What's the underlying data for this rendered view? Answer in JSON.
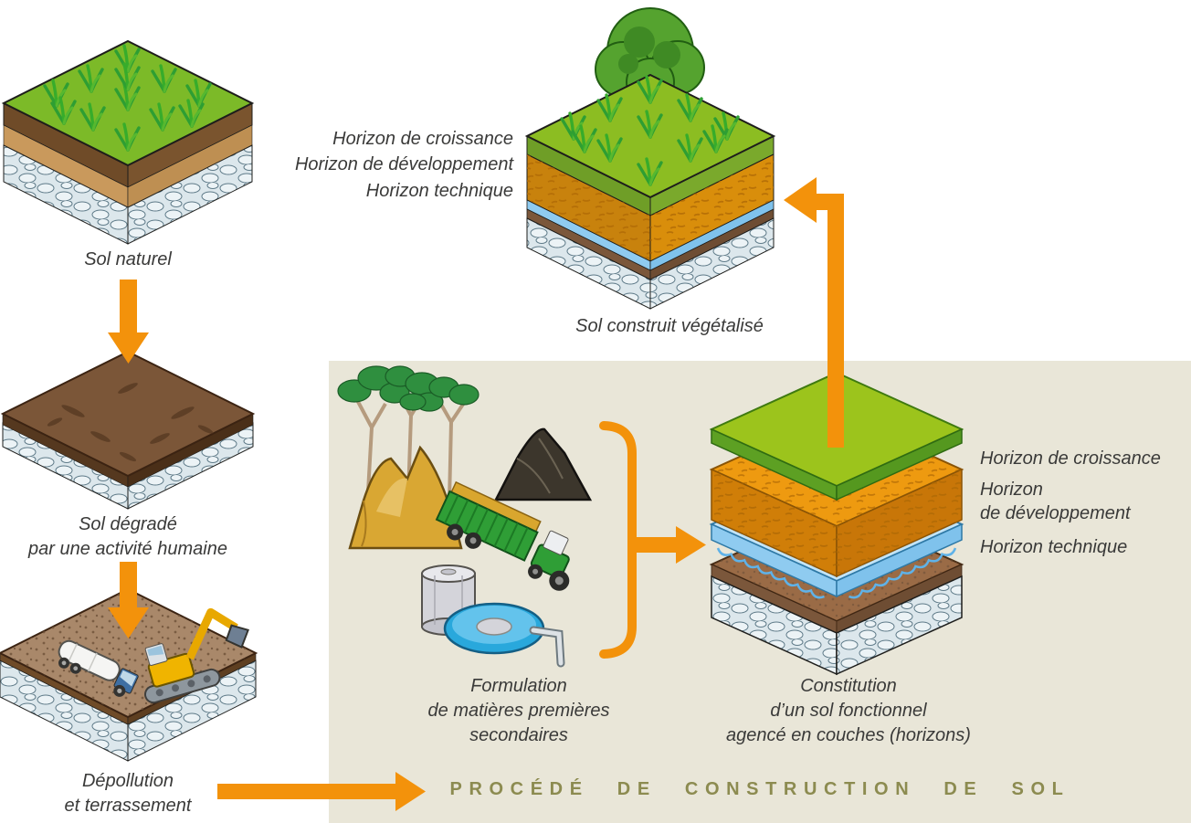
{
  "stages": {
    "natural_soil": "Sol naturel",
    "degraded_soil": "Sol dégradé\npar une activité humaine",
    "depollution": "Dépollution\net terrassement",
    "constructed_soil": "Sol construit végétalisé",
    "formulation": "Formulation\nde matières premières\nsecondaires",
    "constitution": "Constitution\nd’un sol fonctionnel\nagencé en couches (horizons)"
  },
  "horizons_top": [
    "Horizon de croissance",
    "Horizon de développement",
    "Horizon technique"
  ],
  "horizons_right": [
    "Horizon de croissance",
    "Horizon\nde développement",
    "Horizon technique"
  ],
  "process_title": "PROCÉDÉ DE CONSTRUCTION DE SOL",
  "colors": {
    "arrow": "#F3920B",
    "panel_background": "#E9E6D8",
    "title_text": "#8C8B50",
    "label_text": "#3A3A39",
    "grass_green": "#7CBA28",
    "growth_horizon_green": "#9CC41C",
    "development_horizon_orange": "#EE9A10",
    "technical_horizon_blue": "#8FCBF0",
    "subsoil_stone": "#DCE7EC"
  }
}
